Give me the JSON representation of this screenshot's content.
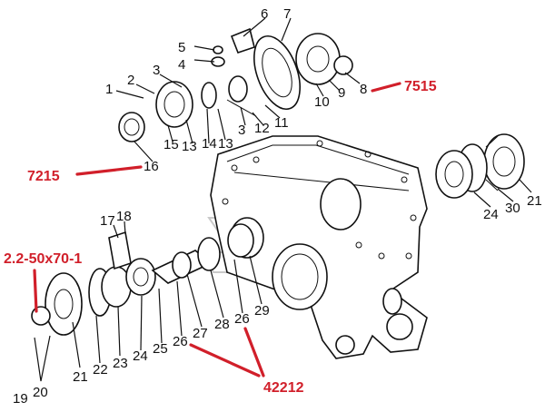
{
  "callouts": {
    "n1": "1",
    "n2": "2",
    "n3a": "3",
    "n3b": "3",
    "n4": "4",
    "n5": "5",
    "n6": "6",
    "n7": "7",
    "n8": "8",
    "n9": "9",
    "n10": "10",
    "n11": "11",
    "n12": "12",
    "n13a": "13",
    "n13b": "13",
    "n14": "14",
    "n15": "15",
    "n16": "16",
    "n17": "17",
    "n18": "18",
    "n19": "19",
    "n20": "20",
    "n21a": "21",
    "n21b": "21",
    "n22": "22",
    "n23": "23",
    "n24a": "24",
    "n24b": "24",
    "n25": "25",
    "n26a": "26",
    "n26b": "26",
    "n27": "27",
    "n28": "28",
    "n29": "29",
    "n30": "30"
  },
  "part_codes": {
    "bearing_upper_right": "7515",
    "bearing_upper_left": "7215",
    "seal": "2.2-50x70-1",
    "bearing_lower": "42212"
  },
  "colors": {
    "code_red": "#d11f2a",
    "line": "#111111",
    "watermark": "#c9c9c9"
  }
}
